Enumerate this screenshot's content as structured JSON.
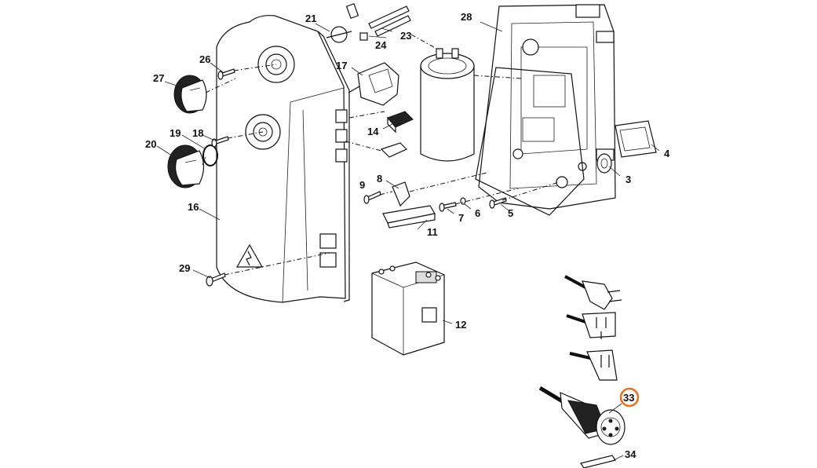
{
  "diagram": {
    "highlight_color": "#e8711c",
    "highlighted_part": "33",
    "labels": {
      "p3": "3",
      "p4": "4",
      "p5": "5",
      "p6": "6",
      "p7": "7",
      "p8": "8",
      "p9": "9",
      "p11": "11",
      "p12": "12",
      "p14": "14",
      "p16": "16",
      "p17": "17",
      "p18": "18",
      "p19": "19",
      "p20": "20",
      "p21": "21",
      "p23": "23",
      "p24": "24",
      "p26": "26",
      "p27": "27",
      "p28": "28",
      "p29": "29",
      "p33": "33",
      "p34": "34"
    }
  }
}
